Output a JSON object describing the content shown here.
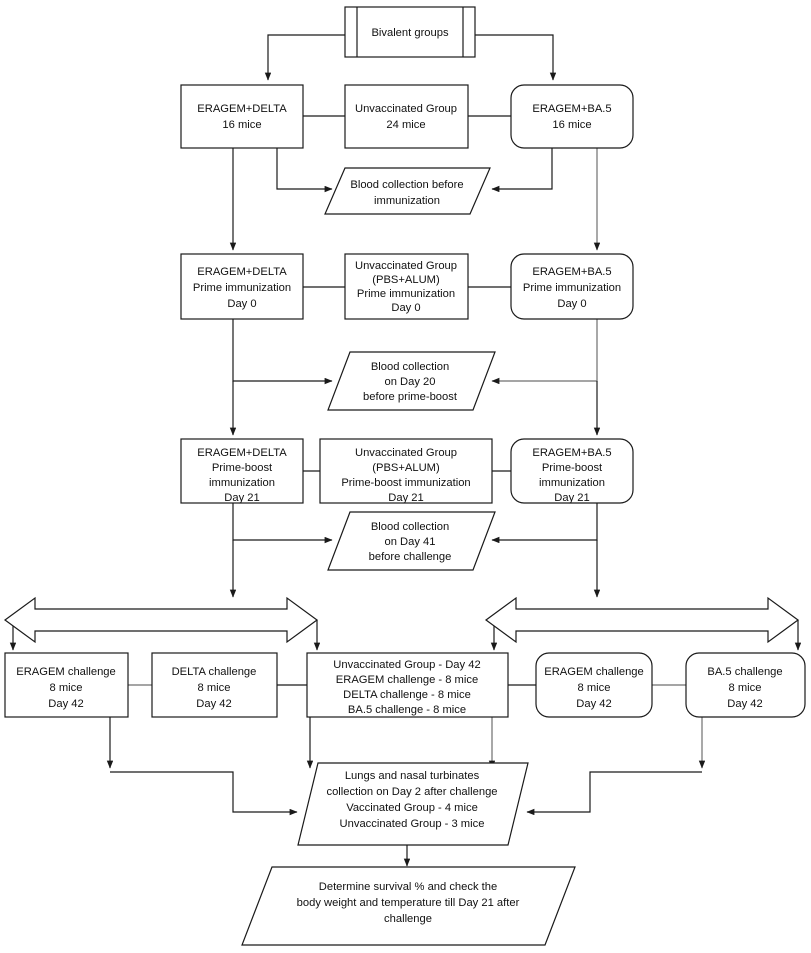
{
  "diagram": {
    "title": "Bivalent vaccine mouse immunization and challenge study flowchart",
    "colors": {
      "line": "#1a1a1a",
      "line_secondary": "#6f6f6f",
      "background": "#ffffff",
      "text": "#111111"
    },
    "nodes": {
      "bivalent_groups": {
        "label": "Bivalent groups",
        "shape": "predefined-process"
      },
      "group_delta": {
        "line1": "ERAGEM+DELTA",
        "line2": "16 mice",
        "shape": "rect"
      },
      "group_unvaccinated": {
        "line1": "Unvaccinated Group",
        "line2": "24 mice",
        "shape": "rect"
      },
      "group_ba5": {
        "line1": "ERAGEM+BA.5",
        "line2": "16 mice",
        "shape": "rounded-rect"
      },
      "blood_before_immunization": {
        "line1": "Blood collection before",
        "line2": "immunization",
        "shape": "parallelogram"
      },
      "prime_delta": {
        "line1": "ERAGEM+DELTA",
        "line2": "Prime immunization",
        "line3": "Day 0",
        "shape": "rect"
      },
      "prime_unvaccinated": {
        "line1": "Unvaccinated Group",
        "line2": "(PBS+ALUM)",
        "line3": "Prime immunization",
        "line4": "Day 0",
        "shape": "rect"
      },
      "prime_ba5": {
        "line1": "ERAGEM+BA.5",
        "line2": "Prime immunization",
        "line3": "Day 0",
        "shape": "rounded-rect"
      },
      "blood_day20": {
        "line1": "Blood collection",
        "line2": "on Day 20",
        "line3": "before prime-boost",
        "shape": "parallelogram"
      },
      "boost_delta": {
        "line1": "ERAGEM+DELTA",
        "line2": "Prime-boost",
        "line3": "immunization",
        "line4": "Day 21",
        "shape": "rect"
      },
      "boost_unvaccinated": {
        "line1": "Unvaccinated Group",
        "line2": "(PBS+ALUM)",
        "line3": "Prime-boost immunization",
        "line4": "Day 21",
        "shape": "rect"
      },
      "boost_ba5": {
        "line1": "ERAGEM+BA.5",
        "line2": "Prime-boost",
        "line3": "immunization",
        "line4": "Day 21",
        "shape": "rounded-rect"
      },
      "blood_day41": {
        "line1": "Blood collection",
        "line2": "on Day 41",
        "line3": "before challenge",
        "shape": "parallelogram"
      },
      "split_left": {
        "label": "",
        "shape": "double-headed-arrow"
      },
      "split_right": {
        "label": "",
        "shape": "double-headed-arrow"
      },
      "challenge_eragem_left": {
        "line1": "ERAGEM challenge",
        "line2": "8 mice",
        "line3": "Day 42",
        "shape": "rect"
      },
      "challenge_delta": {
        "line1": "DELTA challenge",
        "line2": "8 mice",
        "line3": "Day 42",
        "shape": "rect"
      },
      "challenge_unvaccinated": {
        "line1": "Unvaccinated Group - Day 42",
        "line2": "ERAGEM challenge - 8 mice",
        "line3": "DELTA challenge - 8 mice",
        "line4": "BA.5 challenge - 8 mice",
        "shape": "rect"
      },
      "challenge_eragem_right": {
        "line1": "ERAGEM challenge",
        "line2": "8 mice",
        "line3": "Day 42",
        "shape": "rounded-rect"
      },
      "challenge_ba5": {
        "line1": "BA.5 challenge",
        "line2": "8 mice",
        "line3": "Day 42",
        "shape": "rounded-rect"
      },
      "lungs_collection": {
        "line1": "Lungs and nasal turbinates",
        "line2": "collection on Day 2 after challenge",
        "line3": "Vaccinated Group - 4 mice",
        "line4": "Unvaccinated Group - 3 mice",
        "shape": "parallelogram"
      },
      "outcome": {
        "line1": "Determine survival % and check the",
        "line2": "body weight and temperature till Day 21 after",
        "line3": "challenge",
        "shape": "parallelogram"
      }
    }
  }
}
